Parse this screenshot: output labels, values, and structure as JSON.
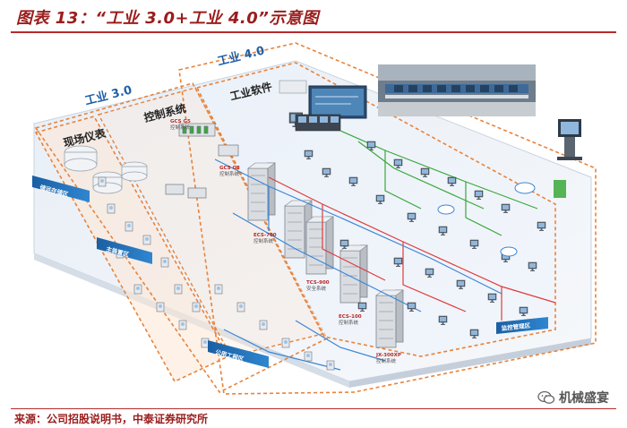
{
  "figure": {
    "title": "图表 13：“工业 3.0+工业 4.0”示意图",
    "source": "来源：公司招股说明书，中泰证券研究所",
    "watermark": "机械盛宴"
  },
  "layers": {
    "industry3": "工业 3.0",
    "industry4": "工业 4.0",
    "field_instruments": "现场仪表",
    "control_system": "控制系统",
    "industrial_software": "工业软件"
  },
  "zones": {
    "storage": "储运存储区",
    "main_plant": "主装置区",
    "utilities": "公用工程区",
    "monitoring": "监控管理区"
  },
  "systems": [
    {
      "name": "GCS G5",
      "desc": "控制系统"
    },
    {
      "name": "GCS G3",
      "desc": "控制系统"
    },
    {
      "name": "ECS-700",
      "desc": "控制系统"
    },
    {
      "name": "TCS-900",
      "desc": "安全系统"
    },
    {
      "name": "ECS-100",
      "desc": "控制系统"
    },
    {
      "name": "JX-300XP",
      "desc": "控制系统"
    }
  ],
  "colors": {
    "accent_red": "#b72a2a",
    "blue_band": "#1f6fb5",
    "orange_dash": "#e8833a",
    "net_green": "#3aa83a",
    "net_red": "#e03b3b",
    "net_blue": "#3b86d6"
  }
}
